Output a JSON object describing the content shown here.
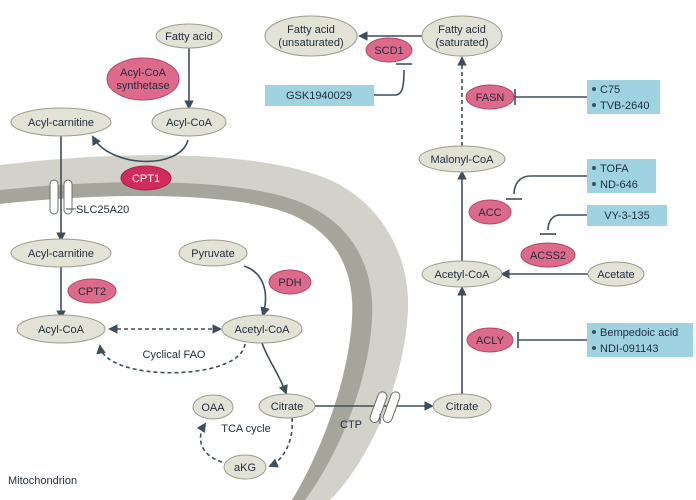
{
  "metabolites": {
    "fatty_acid_top": "Fatty acid",
    "acyl_coa_cyto": "Acyl-CoA",
    "acyl_carnitine_cyto": "Acyl-carnitine",
    "acyl_carnitine_mito": "Acyl-carnitine",
    "acyl_coa_mito": "Acyl-CoA",
    "pyruvate": "Pyruvate",
    "acetyl_coa_mito": "Acetyl-CoA",
    "oaa": "OAA",
    "citrate_mito": "Citrate",
    "akg": "aKG",
    "citrate_cyto": "Citrate",
    "acetyl_coa_cyto": "Acetyl-CoA",
    "acetate": "Acetate",
    "malonyl_coa": "Malonyl-CoA",
    "fa_sat_line1": "Fatty acid",
    "fa_sat_line2": "(saturated)",
    "fa_unsat_line1": "Fatty acid",
    "fa_unsat_line2": "(unsaturated)"
  },
  "enzymes": {
    "acyl_coa_synthetase_line1": "Acyl-CoA",
    "acyl_coa_synthetase_line2": "synthetase",
    "cpt1": "CPT1",
    "cpt2": "CPT2",
    "pdh": "PDH",
    "acly": "ACLY",
    "acss2": "ACSS2",
    "acc": "ACC",
    "fasn": "FASN",
    "scd1": "SCD1"
  },
  "inhibitors": {
    "gsk": "GSK1940029",
    "fasn_1": "C75",
    "fasn_2": "TVB-2640",
    "acc_1": "TOFA",
    "acc_2": "ND-646",
    "acss2_1": "VY-3-135",
    "acly_1": "Bempedoic acid",
    "acly_2": "NDI-091143"
  },
  "labels": {
    "slc25a20": "SLC25A20",
    "ctp": "CTP",
    "cyclical_fao": "Cyclical FAO",
    "tca_cycle": "TCA cycle",
    "mitochondrion": "Mitochondrion"
  },
  "colors": {
    "mitochondrion_outer": "#d2d2ca",
    "mitochondrion_inner": "#a5a59b",
    "metabolite_fill": "#e2e2d6",
    "enzyme_fill": "#dd6a8a",
    "cpt1_fill": "#cf2c5e",
    "inhibitor_fill": "#9fd3e1",
    "arrow": "#3d4f5c"
  }
}
